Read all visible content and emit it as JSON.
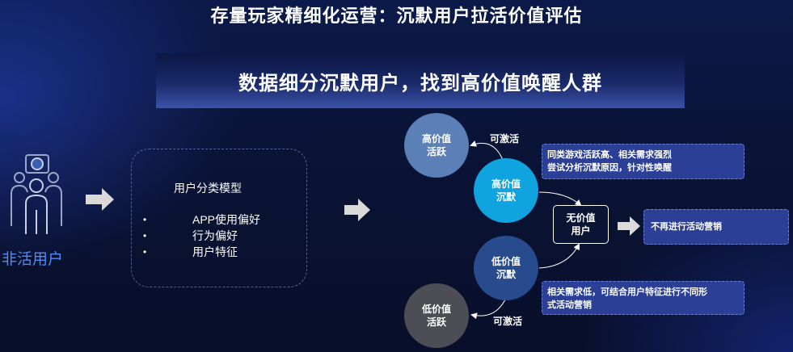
{
  "header": {
    "title": "存量玩家精细化运营：沉默用户拉活价值评估",
    "banner": "数据细分沉默用户，找到高价值唤醒人群"
  },
  "left": {
    "group_label": "非活用户",
    "icon": "people-group-icon"
  },
  "model": {
    "title": "用户分类模型",
    "bullet": "•",
    "items": [
      "APP使用偏好",
      "行为偏好",
      "用户特征"
    ]
  },
  "segments": {
    "high_active": {
      "line1": "高价值",
      "line2": "活跃"
    },
    "high_silent": {
      "line1": "高价值",
      "line2": "沉默"
    },
    "low_silent": {
      "line1": "低价值",
      "line2": "沉默"
    },
    "low_active": {
      "line1": "低价值",
      "line2": "活跃"
    },
    "no_value": {
      "line1": "无价值",
      "line2": "用户"
    }
  },
  "labels": {
    "activatable_top": "可激活",
    "activatable_bottom": "可激活"
  },
  "notes": {
    "top_line1": "同类游戏活跃高、相关需求强烈",
    "top_line2": "尝试分析沉默原因，针对性唤醒",
    "bottom_line1": "相关需求低，可结合用户特征进行不同形",
    "bottom_line2": "式活动营销",
    "stop": "不再进行活动营销"
  },
  "colors": {
    "high_active": "#5b7fb7",
    "high_silent": "#0fa3e0",
    "low_silent": "#274b8c",
    "low_active": "#4d4d55",
    "note_fill": "#2b3f96",
    "accent_text": "#4f8bf5"
  }
}
